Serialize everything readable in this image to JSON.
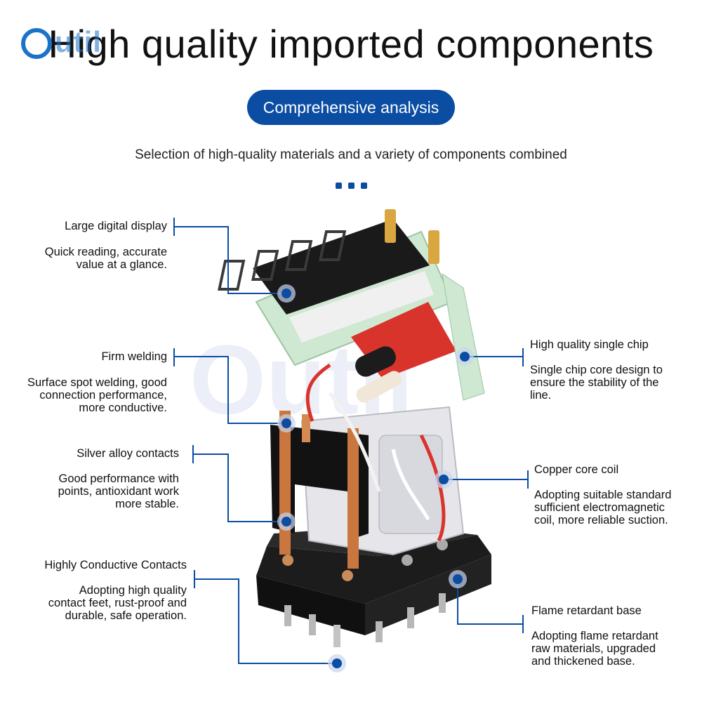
{
  "header": {
    "logo_text": "util",
    "headline": "High quality imported components",
    "pill_label": "Comprehensive analysis",
    "subheading": "Selection of high-quality materials and a variety of components combined"
  },
  "watermark": "Outil",
  "callouts": {
    "display": {
      "title": "Large digital display",
      "desc1": "Quick reading, accurate",
      "desc2": "value at a glance."
    },
    "welding": {
      "title": "Firm welding",
      "desc1": "Surface spot welding, good",
      "desc2": "connection performance,",
      "desc3": "more conductive."
    },
    "silver": {
      "title": "Silver alloy contacts",
      "desc1": "Good performance with",
      "desc2": "points, antioxidant work",
      "desc3": "more stable."
    },
    "conductive": {
      "title": "Highly Conductive Contacts",
      "desc1": "Adopting high quality",
      "desc2": "contact feet, rust-proof and",
      "desc3": "durable, safe operation."
    },
    "chip": {
      "title": "High quality single chip",
      "desc1": "Single chip core design to",
      "desc2": "ensure the stability of the",
      "desc3": "line."
    },
    "coil": {
      "title": "Copper core coil",
      "desc1": "Adopting suitable standard",
      "desc2": "sufficient electromagnetic",
      "desc3": "coil, more reliable suction."
    },
    "base": {
      "title": "Flame retardant base",
      "desc1": "Adopting flame retardant",
      "desc2": "raw materials, upgraded",
      "desc3": "and thickened base."
    }
  },
  "colors": {
    "accent": "#0b4da2",
    "line": "#0b4da2",
    "base_black": "#151515",
    "copper": "#c9773f",
    "pcb_green": "#cfe8d2",
    "red": "#d9342b"
  }
}
